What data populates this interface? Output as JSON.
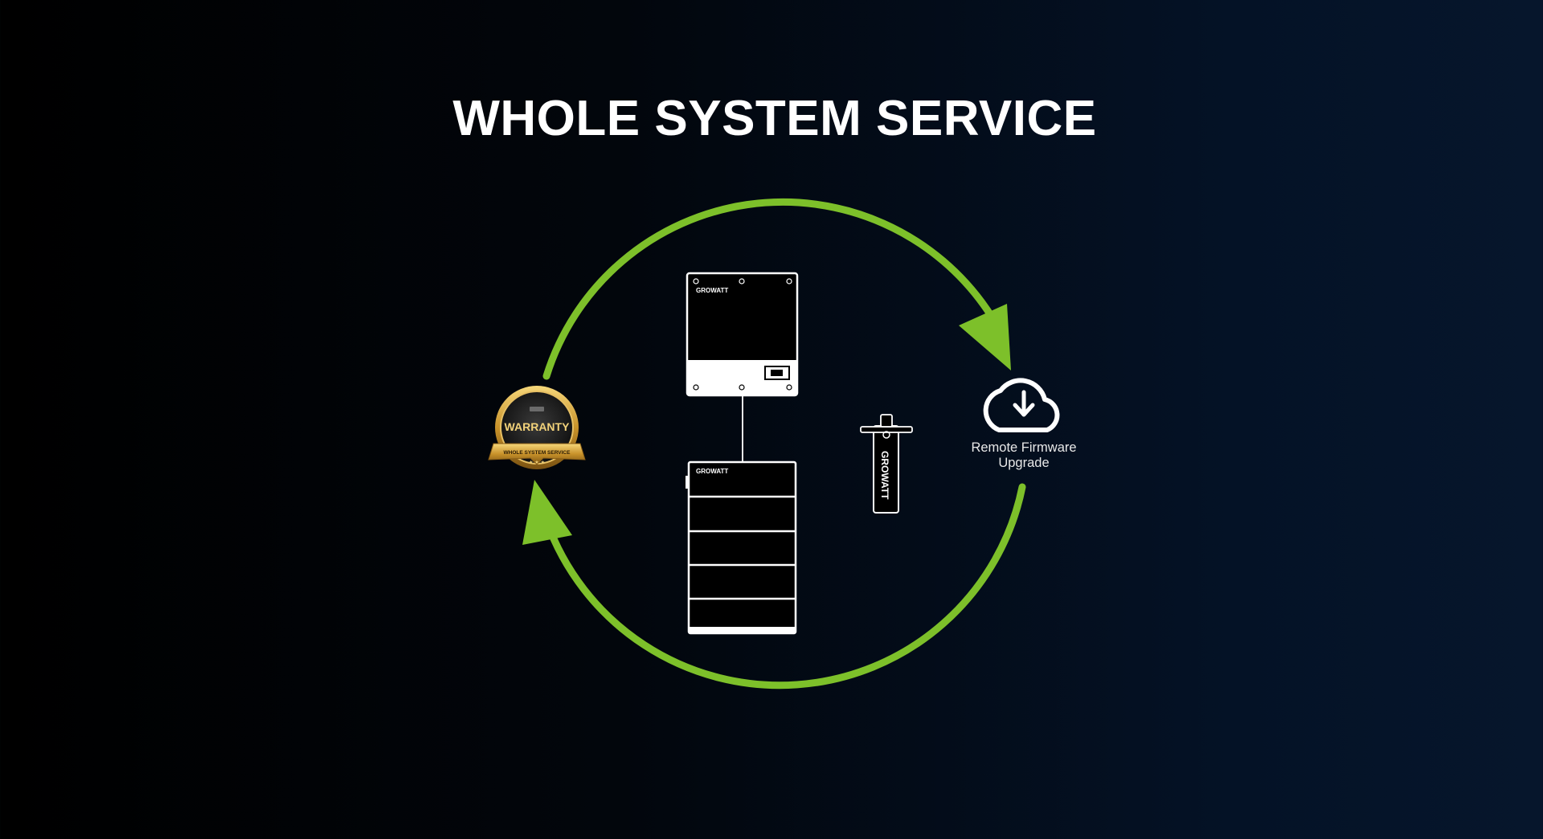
{
  "title": "WHOLE SYSTEM SERVICE",
  "firmware": {
    "line1": "Remote Firmware",
    "line2": "Upgrade",
    "icon": "cloud-download-icon"
  },
  "badge": {
    "main": "WARRANTY",
    "ribbon": "WHOLE SYSTEM SERVICE",
    "icon": "warranty-badge-icon"
  },
  "brand": "GROWATT",
  "colors": {
    "arrow": "#7dc02a",
    "device": "#ffffff",
    "background": "#020a16",
    "badge_gold": "#d4a63c"
  }
}
